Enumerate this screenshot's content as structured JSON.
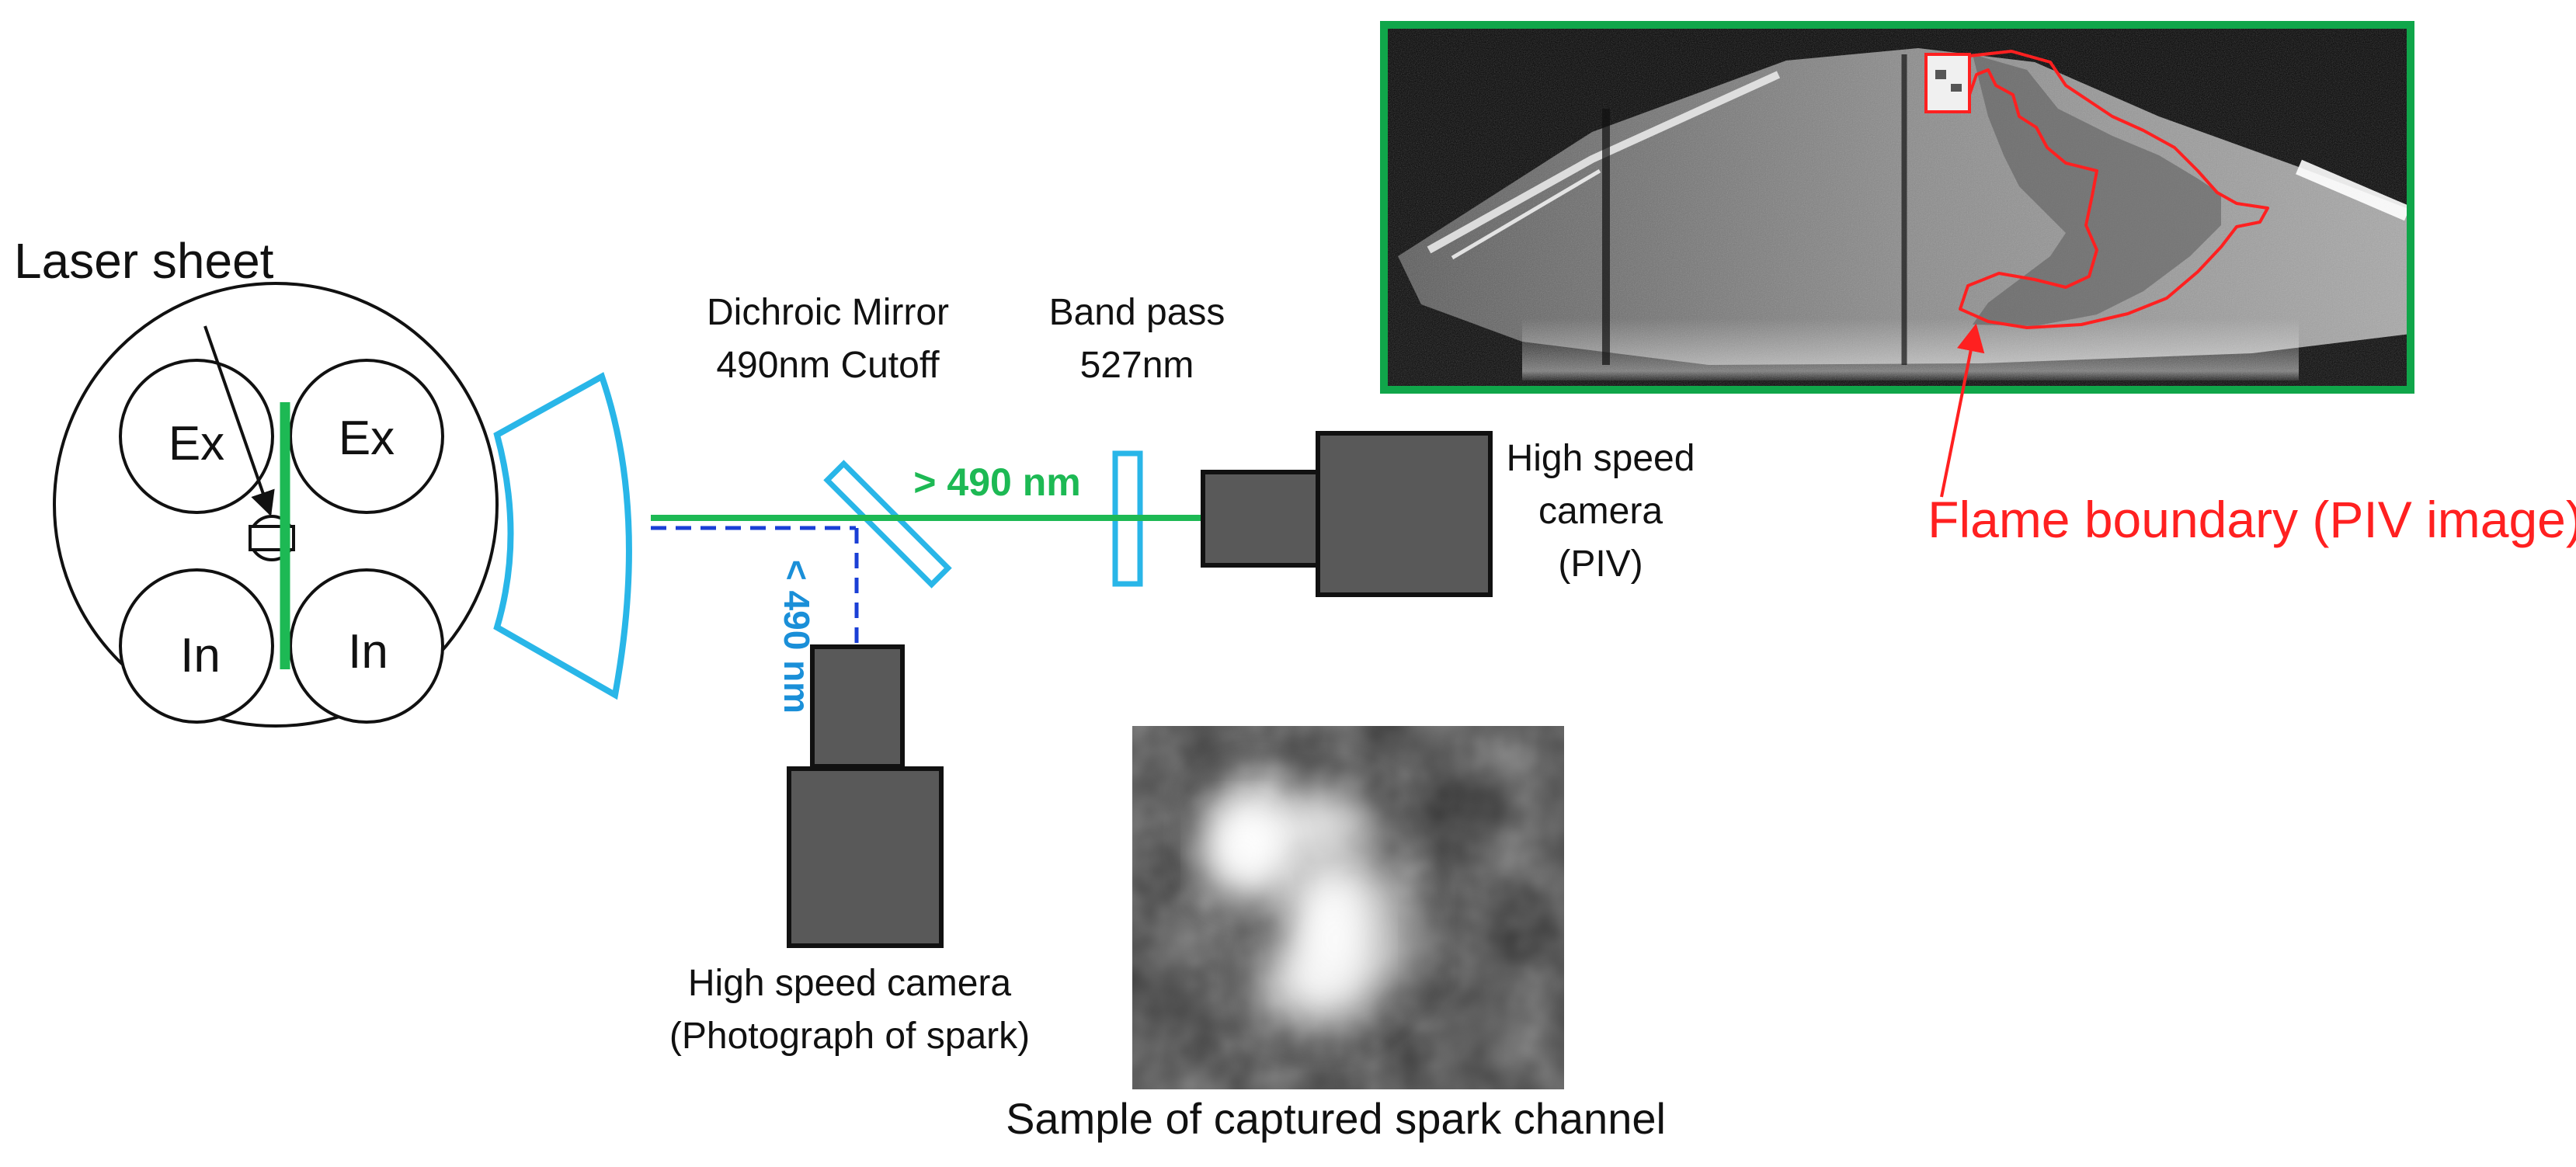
{
  "engine": {
    "valve_labels": [
      "Ex",
      "Ex",
      "In",
      "In"
    ],
    "laser_sheet_label": "Laser sheet"
  },
  "optics": {
    "mirror_label_line1": "Dichroic Mirror",
    "mirror_label_line2": "490nm Cutoff",
    "bandpass_label_line1": "Band pass",
    "bandpass_label_line2": "527nm",
    "long_pass_label": "> 490 nm",
    "short_pass_label": "< 490 nm"
  },
  "cameras": {
    "piv_label_line1": "High speed",
    "piv_label_line2": "camera",
    "piv_label_line3": "(PIV)",
    "spark_label_line1": "High speed camera",
    "spark_label_line2": "(Photograph of spark)"
  },
  "images": {
    "flame_boundary_label": "Flame boundary (PIV image)",
    "spark_sample_label": "Sample of captured spark channel"
  },
  "colors": {
    "laser_green": "#1db954",
    "optics_blue": "#29b6e8",
    "short_pass_blue": "#1a3fd6",
    "short_pass_text": "#1a8fd8",
    "flame_red": "#ff2020",
    "camera_gray": "#595959",
    "frame_green": "#10a64a"
  }
}
